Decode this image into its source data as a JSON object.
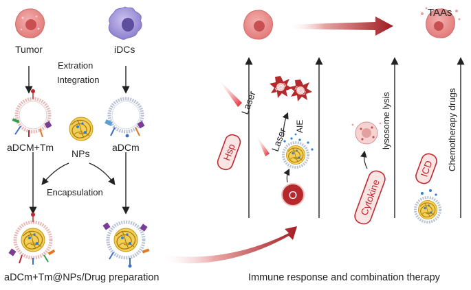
{
  "left_panel": {
    "tumor_label": "Tumor",
    "idcs_label": "iDCs",
    "extraction_label": "Extration",
    "integration_label": "Integration",
    "adcm_tm_label": "aDCM+Tm",
    "nps_label": "NPs",
    "adcm_label": "aDCm",
    "encapsulation_label": "Encapsulation",
    "caption": "aDCm+Tm@NPs/Drug preparation"
  },
  "right_panel": {
    "taas_label": "TAAs",
    "laser_label_1": "Laser",
    "hsp_label": "Hsp",
    "ros_label_1": "ROS",
    "ros_label_2": "ROS",
    "laser_label_2": "Laser",
    "aie_label": "AIE",
    "o2_label": "O",
    "lysosome_label": "lysosome lysis",
    "cytokine_label": "Cytokine",
    "icd_label": "ICD",
    "chemo_label": "Chemotherapy drugs",
    "caption": "Immune response and combination therapy"
  },
  "colors": {
    "accent_red": "#c0272d",
    "tumor_pink": "#e98b8b",
    "dc_purple": "#8d7fc9",
    "np_gold": "#d9a520",
    "membrane_grey": "#aab4c4"
  }
}
